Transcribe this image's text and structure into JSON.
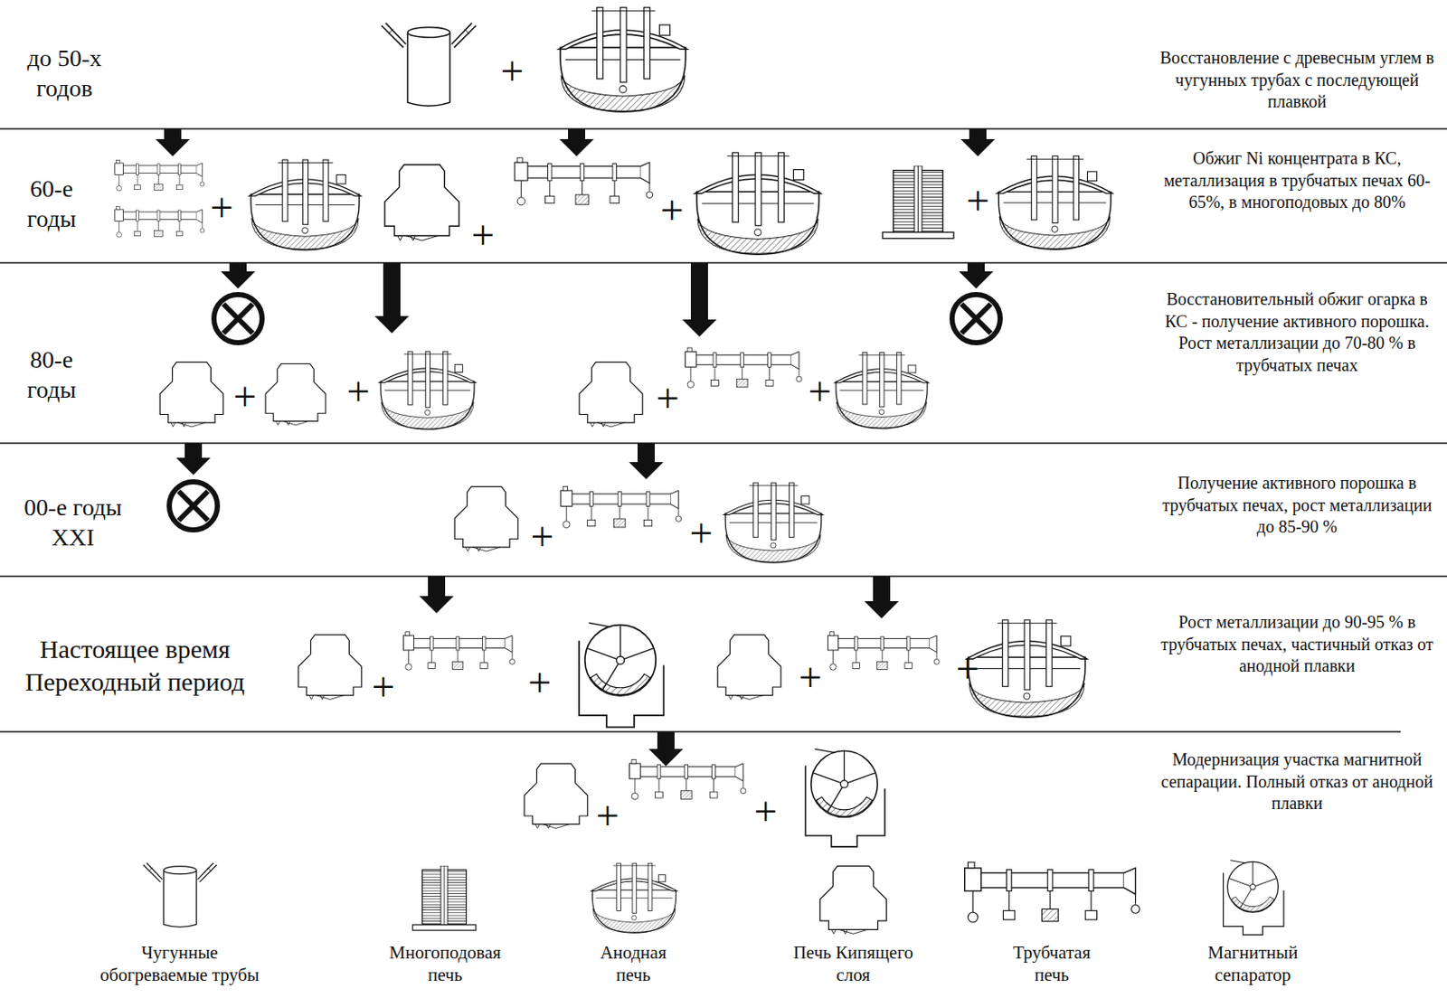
{
  "diagram": {
    "nodes": [
      {
        "text": [
          "до 50-х годов",
          "Восстановление с древесным углем в чугунных трубах с последующей плавкой"
        ]
      },
      {
        "text": [
          "60-е годы",
          "Обжиг Ni концентрата в КС, металлизация в трубчатых печах 60-65%, в многоподовых до 80%"
        ]
      },
      {
        "text": [
          "80-е годы",
          "Восстановительный обжиг огарка в КС - получение активного порошка. Рост металлизации до 70-80 % в трубчатых печах"
        ]
      },
      {
        "text": [
          "00-е годы XXI",
          "Получение активного порошка в трубчатых печах, рост металлизации до 85-90 %"
        ]
      },
      {
        "text": [
          "Настоящее время Переходный период",
          "Рост металлизации до 90-95 % в трубчатых печах, частичный отказ от анодной плавки"
        ]
      },
      {
        "text": [
          "Модернизация участка магнитной сепарации. Полный отказ от анодной плавки"
        ]
      }
    ],
    "labels": [
      "+",
      "+",
      "+",
      "+",
      "+",
      "+",
      "+",
      "+",
      "+",
      "+",
      "+",
      "+",
      "+",
      "+",
      "+",
      "+",
      "+"
    ],
    "legend": [
      {
        "text": "Чугунные обогреваемые трубы"
      },
      {
        "text": "Многоподовая печь"
      },
      {
        "text": "Анодная печь"
      },
      {
        "text": "Печь Кипящего слоя"
      },
      {
        "text": "Трубчатая печь"
      },
      {
        "text": "Магнитный сепаратор"
      }
    ]
  }
}
